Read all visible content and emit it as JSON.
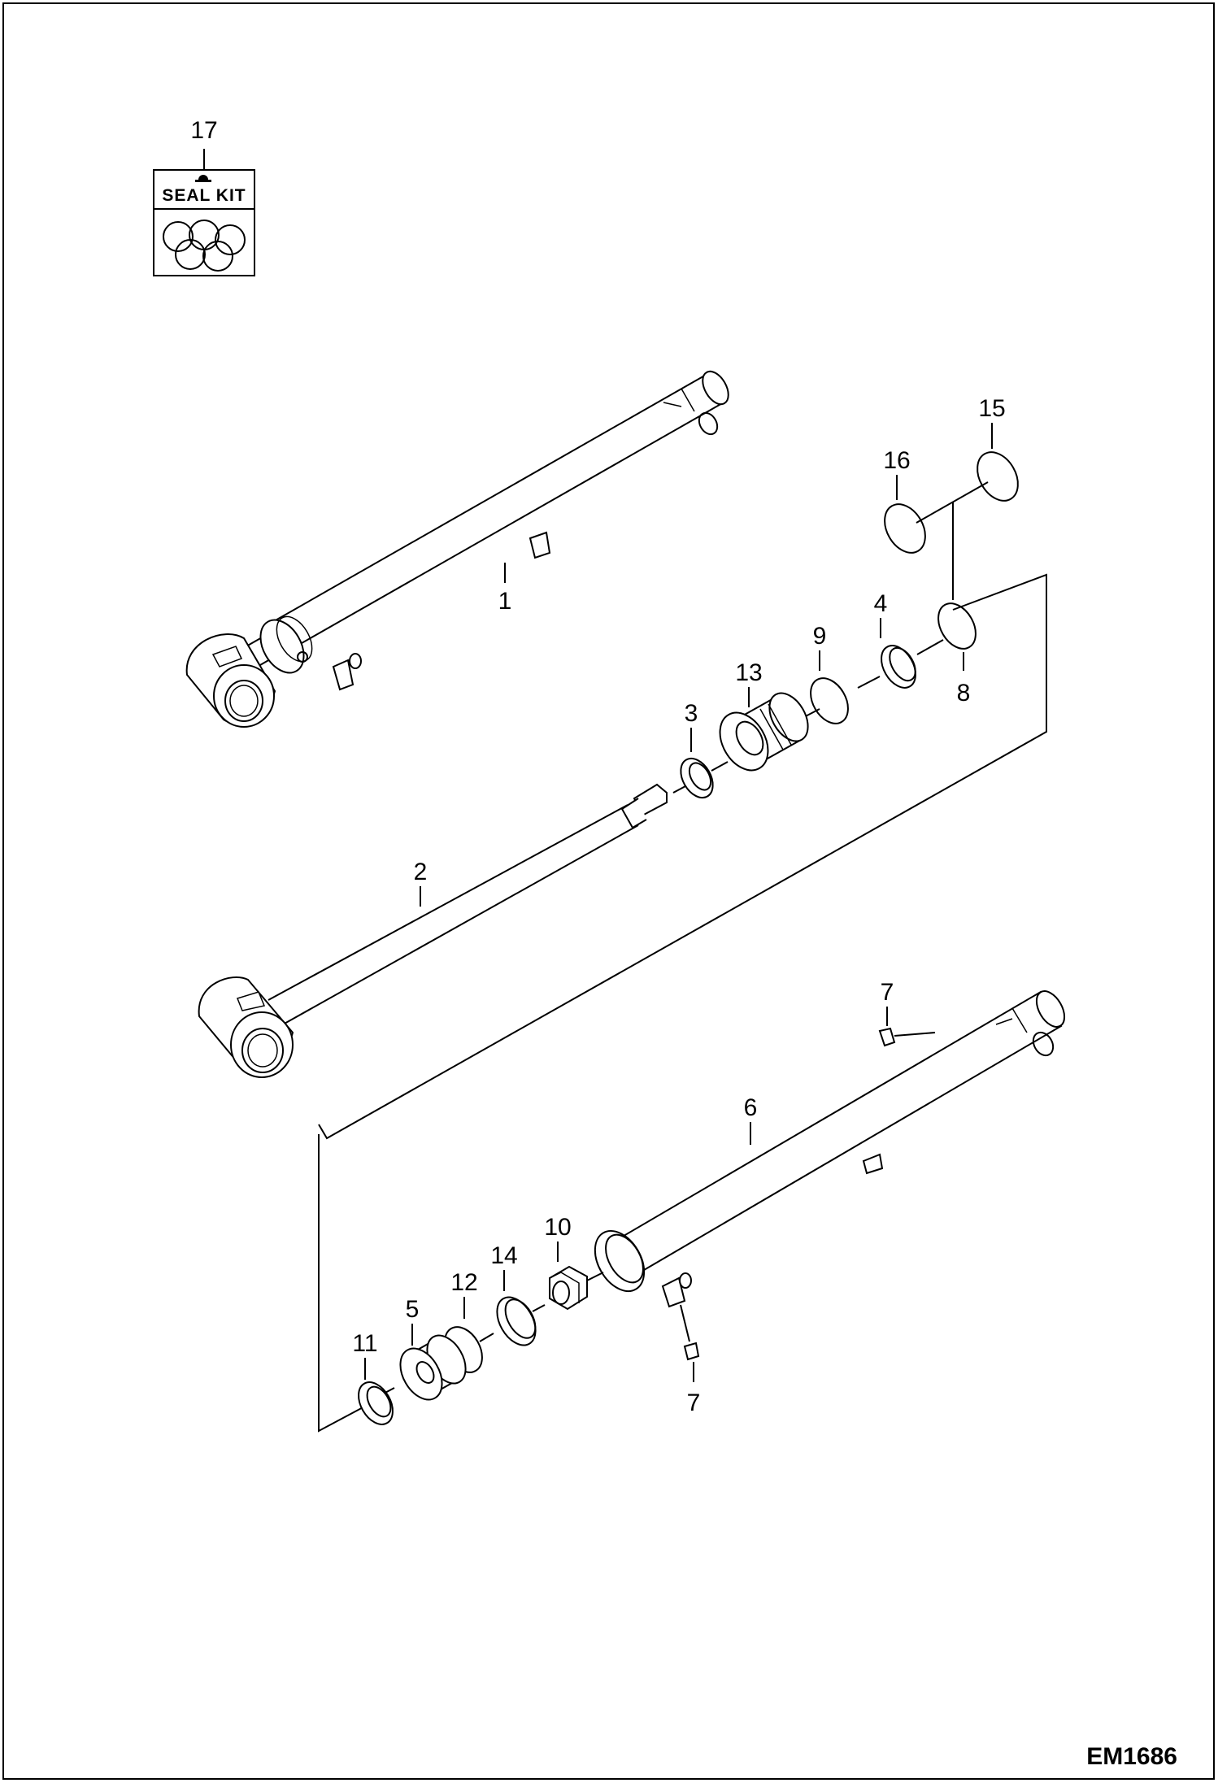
{
  "seal_kit": {
    "label": "SEAL KIT"
  },
  "figure_id": "EM1686",
  "callouts": {
    "c1": "1",
    "c2": "2",
    "c3": "3",
    "c4": "4",
    "c5": "5",
    "c6": "6",
    "c7a": "7",
    "c7b": "7",
    "c8": "8",
    "c9": "9",
    "c10": "10",
    "c11": "11",
    "c12": "12",
    "c13": "13",
    "c14": "14",
    "c15": "15",
    "c16": "16",
    "c17": "17"
  }
}
